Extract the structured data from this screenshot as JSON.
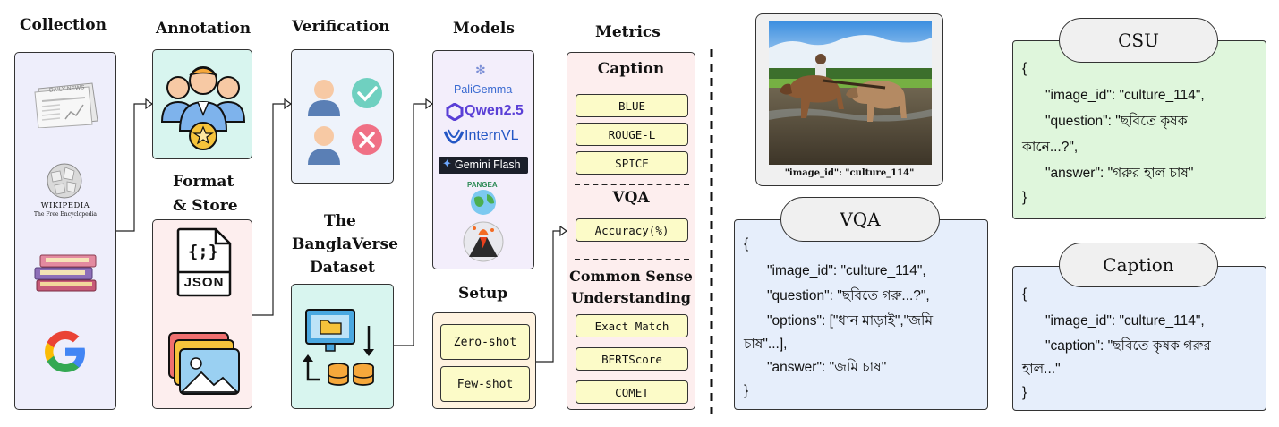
{
  "stages": {
    "collection": "Collection",
    "annotation": "Annotation",
    "verification": "Verification",
    "models": "Models",
    "metrics": "Metrics",
    "format_store_1": "Format",
    "format_store_2": "& Store",
    "dataset_1": "The",
    "dataset_2": "BanglaVerse",
    "dataset_3": "Dataset",
    "setup": "Setup"
  },
  "collection_sources": {
    "newspaper": "DAILY NEWS",
    "wikipedia_1": "WIKIPEDIA",
    "wikipedia_2": "The Free Encyclopedia"
  },
  "format_store": {
    "json_label": "JSON",
    "json_glyph": "{;}"
  },
  "models": [
    {
      "name": "PaliGemma",
      "color": "#3b6bd1"
    },
    {
      "name": "Qwen2.5",
      "color": "#5a3fd6"
    },
    {
      "name": "InternVL",
      "color": "#2457c5"
    },
    {
      "name": "Gemini Flash",
      "color": "#ffffff"
    },
    {
      "name": "PANGEA",
      "color": "#2e8b57"
    }
  ],
  "metrics": {
    "caption_title": "Caption",
    "caption_items": [
      "BLUE",
      "ROUGE-L",
      "SPICE"
    ],
    "vqa_title": "VQA",
    "vqa_items": [
      "Accuracy(%)"
    ],
    "csu_title_1": "Common Sense",
    "csu_title_2": "Understanding",
    "csu_items": [
      "Exact Match",
      "BERTScore",
      "COMET"
    ]
  },
  "setup_items": [
    "Zero-shot",
    "Few-shot"
  ],
  "photo_caption": "\"image_id\": \"culture_114\"",
  "csu": {
    "title": "CSU",
    "lines": [
      "{",
      "\"image_id\": \"culture_114\",",
      "\"question\": \"ছবিতে কৃষক",
      "কানে...?\",",
      "\"answer\": \"গরুর হাল চাষ\"",
      "}"
    ]
  },
  "vqa": {
    "title": "VQA",
    "lines": [
      "{",
      "\"image_id\": \"culture_114\",",
      "\"question\": \"ছবিতে গরু...?\",",
      "\"options\": [\"ধান মাড়াই\",\"জমি",
      "চাষ\"...],",
      "\"answer\": \"জমি চাষ\"",
      "}"
    ]
  },
  "caption": {
    "title": "Caption",
    "lines": [
      "{",
      "\"image_id\": \"culture_114\",",
      "\"caption\": \"ছবিতে কৃষক গরুর",
      "হাল...\"",
      "}"
    ]
  },
  "colors": {
    "collection_bg": "#eeeefb",
    "annotation_bg": "#d8f5ef",
    "verification_bg": "#eef3fb",
    "format_bg": "#fdeeee",
    "dataset_bg": "#d8f5ef",
    "models_bg": "#f3eefb",
    "metrics_bg": "#fdeeee",
    "setup_bg": "#fff3e0",
    "metric_item_bg": "#fcfbc8",
    "csu_bg": "#dff6dc",
    "vqa_bg": "#e6eefb",
    "caption_bg": "#e6eefb"
  }
}
